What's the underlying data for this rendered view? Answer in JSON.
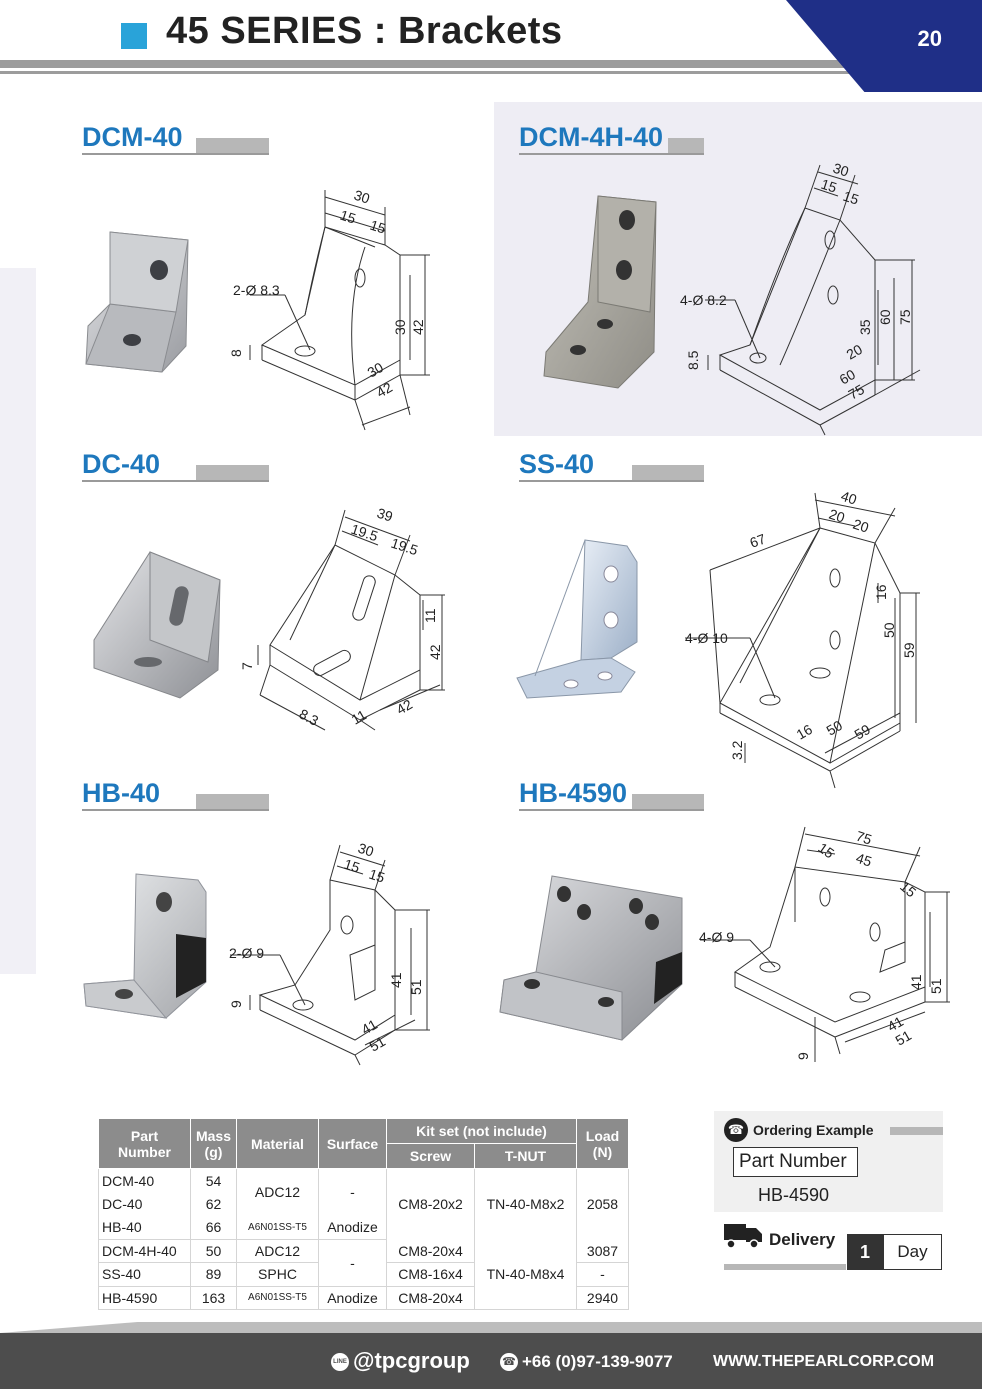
{
  "header": {
    "title": "45 SERIES : Brackets",
    "page_number": "20"
  },
  "products": [
    {
      "id": "DCM-40",
      "dims": {
        "a": "30",
        "b": "15",
        "c": "15",
        "hole": "2-Ø 8.3",
        "t": "8",
        "h1": "30",
        "h2": "42",
        "w1": "30",
        "w2": "42"
      }
    },
    {
      "id": "DCM-4H-40",
      "dims": {
        "a": "30",
        "b": "15",
        "c": "15",
        "hole": "4-Ø 8.2",
        "t": "8.5",
        "h1": "35",
        "h2": "60",
        "h3": "75",
        "w0": "20",
        "w1": "60",
        "w2": "75"
      }
    },
    {
      "id": "DC-40",
      "dims": {
        "a": "39",
        "b": "19.5",
        "c": "19.5",
        "t": "7",
        "s1": "11",
        "h": "42",
        "slot": "8.3",
        "s2": "11",
        "w": "42"
      }
    },
    {
      "id": "SS-40",
      "dims": {
        "a": "40",
        "b": "20",
        "c": "20",
        "d": "67",
        "hole": "4-Ø 10",
        "v1": "16",
        "v2": "50",
        "v3": "59",
        "t": "3.2",
        "w1": "16",
        "w2": "50",
        "w3": "59"
      }
    },
    {
      "id": "HB-40",
      "dims": {
        "a": "30",
        "b": "15",
        "c": "15",
        "hole": "2-Ø 9",
        "t": "9",
        "h1": "41",
        "h2": "51",
        "w1": "41",
        "w2": "51"
      }
    },
    {
      "id": "HB-4590",
      "dims": {
        "a": "75",
        "b": "15",
        "c": "45",
        "d": "15",
        "hole": "4-Ø 9",
        "t": "9",
        "h1": "41",
        "h2": "51",
        "w1": "41",
        "w2": "51"
      }
    }
  ],
  "table": {
    "headers": {
      "part": "Part",
      "number": "Number",
      "mass": "Mass",
      "mass_unit": "(g)",
      "material": "Material",
      "surface": "Surface",
      "kit": "Kit set (not include)",
      "screw": "Screw",
      "tnut": "T-NUT",
      "load": "Load",
      "load_unit": "(N)"
    },
    "rows": [
      {
        "part": "DCM-40",
        "mass": "54"
      },
      {
        "part": "DC-40",
        "mass": "62"
      },
      {
        "part": "HB-40",
        "mass": "66"
      },
      {
        "part": "DCM-4H-40",
        "mass": "50"
      },
      {
        "part": "SS-40",
        "mass": "89"
      },
      {
        "part": "HB-4590",
        "mass": "163"
      }
    ],
    "material": {
      "adc12_a": "ADC12",
      "a6n_1": "A6N01SS-T5",
      "adc12_b": "ADC12",
      "sphc": "SPHC",
      "a6n_2": "A6N01SS-T5"
    },
    "surface": {
      "dash1": "-",
      "anodize1": "Anodize",
      "dash2": "-",
      "anodize2": "Anodize"
    },
    "screw": {
      "s1": "CM8-20x2",
      "s2": "CM8-20x4",
      "s3": "CM8-16x4",
      "s4": "CM8-20x4"
    },
    "tnut": {
      "t1": "TN-40-M8x2",
      "t2": "TN-40-M8x4"
    },
    "load": {
      "l1": "2058",
      "l2": "3087",
      "l3": "-",
      "l4": "2940"
    }
  },
  "ordering": {
    "label": "Ordering  Example",
    "field": "Part Number",
    "value": "HB-4590"
  },
  "delivery": {
    "label": "Delivery",
    "number": "1",
    "unit": "Day"
  },
  "footer": {
    "line_badge": "LINE",
    "handle": "@tpcgroup",
    "phone": "+66 (0)97-139-9077",
    "website": "WWW.THEPEARLCORP.COM"
  },
  "colors": {
    "accent_blue": "#1e78bd",
    "square_blue": "#29a3d9",
    "navy": "#1f2f87",
    "grey_bar": "#b7b7b7"
  }
}
